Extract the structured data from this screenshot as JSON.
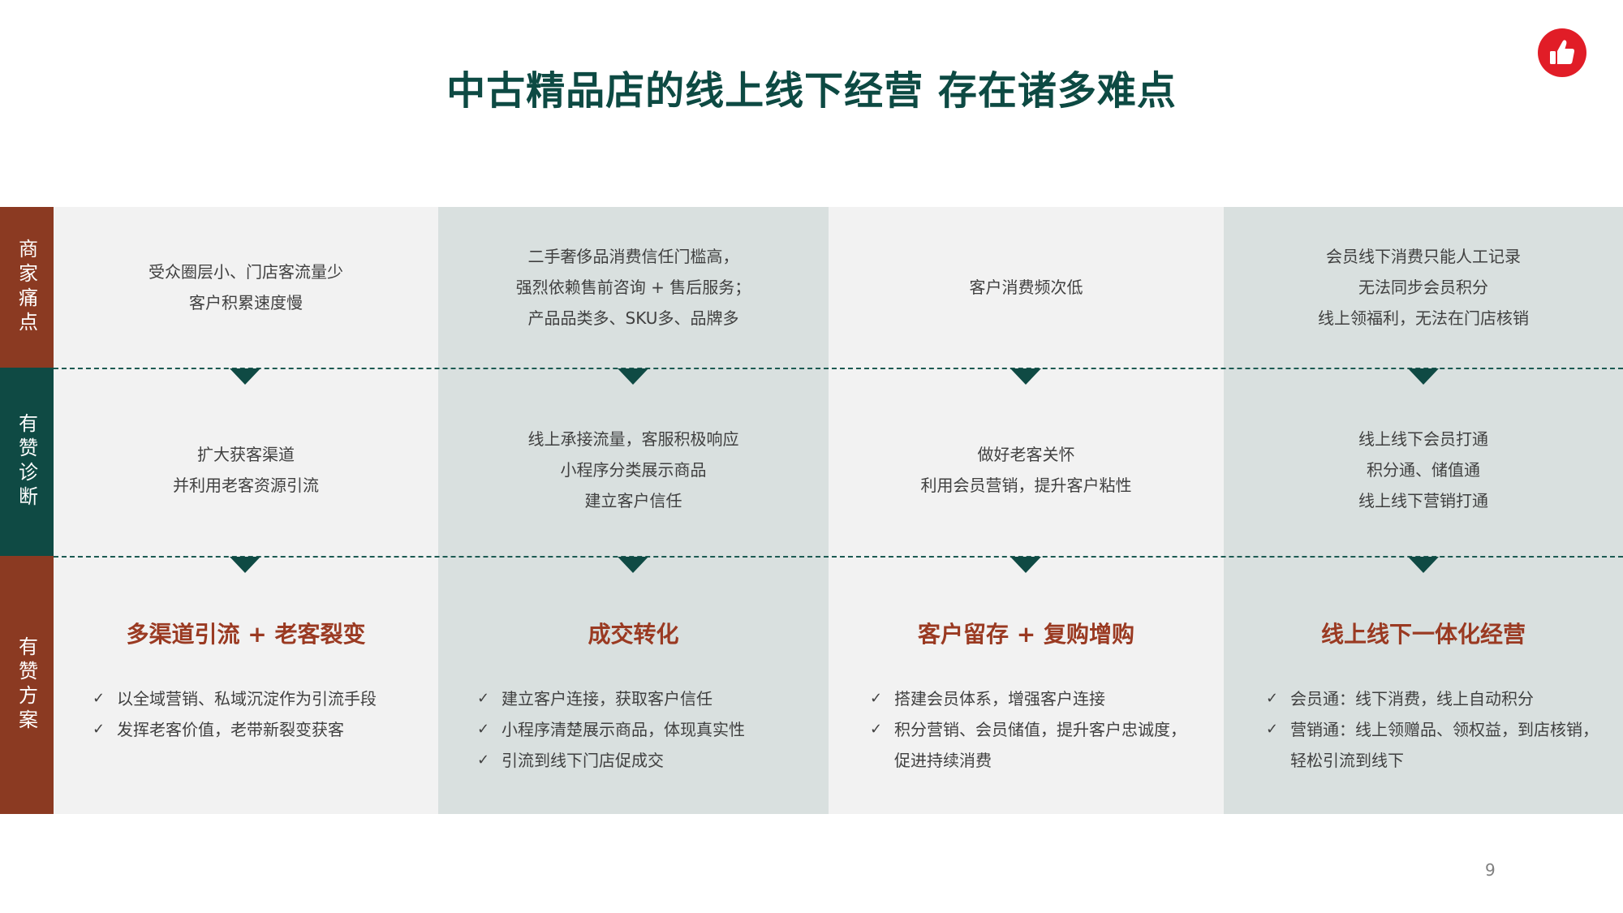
{
  "title": "中古精品店的线上线下经营 存在诸多难点",
  "page_number": "9",
  "row_labels": {
    "pain": "商家痛点",
    "diagnosis": "有赞诊断",
    "solution": "有赞方案"
  },
  "columns": [
    {
      "pain": [
        "受众圈层小、门店客流量少",
        "客户积累速度慢"
      ],
      "diagnosis": [
        "扩大获客渠道",
        "并利用老客资源引流"
      ],
      "solution_title": "多渠道引流 + 老客裂变",
      "solution_items": [
        "以全域营销、私域沉淀作为引流手段",
        "发挥老客价值，老带新裂变获客"
      ]
    },
    {
      "pain": [
        "二手奢侈品消费信任门槛高，",
        "强烈依赖售前咨询 + 售后服务；",
        "产品品类多、SKU多、品牌多"
      ],
      "diagnosis": [
        "线上承接流量，客服积极响应",
        "小程序分类展示商品",
        "建立客户信任"
      ],
      "solution_title": "成交转化",
      "solution_items": [
        "建立客户连接，获取客户信任",
        "小程序清楚展示商品，体现真实性",
        "引流到线下门店促成交"
      ]
    },
    {
      "pain": [
        "客户消费频次低"
      ],
      "diagnosis": [
        "做好老客关怀",
        "利用会员营销，提升客户粘性"
      ],
      "solution_title": "客户留存 + 复购增购",
      "solution_items": [
        "搭建会员体系，增强客户连接",
        "积分营销、会员储值，提升客户忠诚度，",
        "促进持续消费"
      ]
    },
    {
      "pain": [
        "会员线下消费只能人工记录",
        "无法同步会员积分",
        "线上领福利，无法在门店核销"
      ],
      "diagnosis": [
        "线上线下会员打通",
        "积分通、储值通",
        "线上线下营销打通"
      ],
      "solution_title": "线上线下一体化经营",
      "solution_items": [
        "会员通：线下消费，线上自动积分",
        "营销通：线上领赠品、领权益，到店核销，",
        "轻松引流到线下"
      ]
    }
  ],
  "icons": {
    "logo": "thumbs-up-icon",
    "check": "check-icon"
  },
  "colors": {
    "title": "#0d4a43",
    "pain_label": "#8b3a22",
    "diagnosis_label": "#0f4a44",
    "solution_title": "#9a3a22",
    "logo": "#e11d27"
  }
}
